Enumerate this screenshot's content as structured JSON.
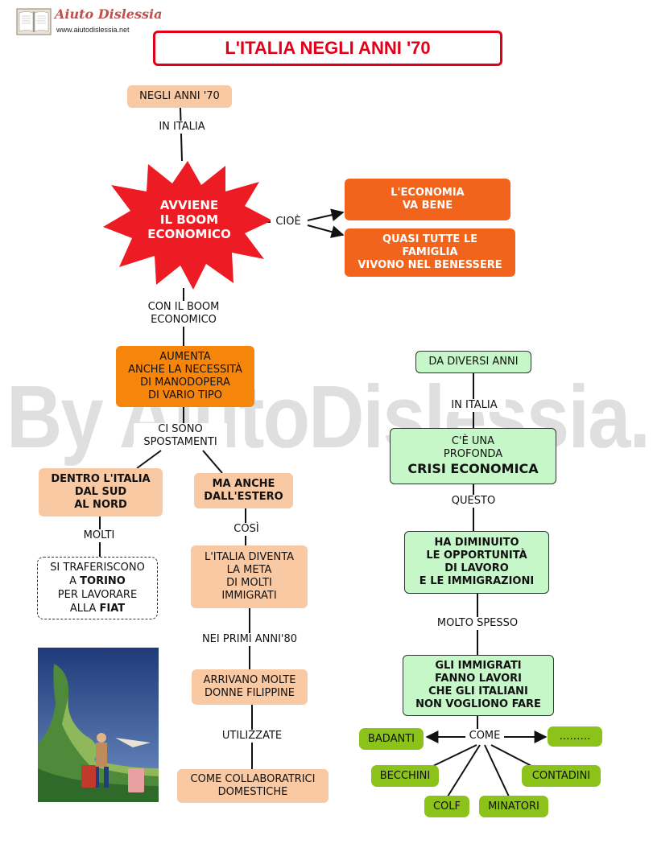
{
  "logo": {
    "name": "Aiuto Dislessia",
    "url": "www.aiutodislessia.net"
  },
  "title": "L'ITALIA NEGLI ANNI '70",
  "watermark": "By AiutoDislessia.net",
  "colors": {
    "title_red": "#e0001a",
    "peach": "#f9c9a3",
    "orange": "#f6860b",
    "red_orange": "#f2631c",
    "green_box": "#c6f7c9",
    "lime": "#8cc31a",
    "burst": "#ed1c24"
  },
  "left": {
    "top_node": "NEGLI ANNI '70",
    "link_in_italia": "IN ITALIA",
    "burst": "AVVIENE\nIL BOOM\nECONOMICO",
    "link_cioe": "CIOÈ",
    "result1": "L'ECONOMIA\nVA BENE",
    "result2": "QUASI TUTTE LE\nFAMIGLIA\nVIVONO NEL BENESSERE",
    "link_con_boom": "CON IL BOOM\nECONOMICO",
    "aumenta": "AUMENTA\nANCHE LA NECESSITÀ\nDI MANODOPERA\nDI VARIO TIPO",
    "link_spostamenti": "CI SONO\nSPOSTAMENTI",
    "dentro": "DENTRO L'ITALIA\nDAL SUD\nAL NORD",
    "ma_anche": "MA ANCHE\nDALL'ESTERO",
    "link_molti": "MOLTI",
    "torino_pre": "SI TRAFERISCONO\nA ",
    "torino_bold": "TORINO",
    "torino_mid": "\nPER LAVORARE\nALLA ",
    "fiat_bold": "FIAT",
    "link_cosi": "COSÌ",
    "meta": "L'ITALIA DIVENTA\nLA META\nDI MOLTI\nIMMIGRATI",
    "link_primi": "NEI PRIMI ANNI'80",
    "filippine": "ARRIVANO MOLTE\nDONNE FILIPPINE",
    "link_utilizzate": "UTILIZZATE",
    "collaboratrici": "COME COLLABORATRICI\nDOMESTICHE"
  },
  "right": {
    "diversi": "DA DIVERSI ANNI",
    "link_in_italia": "IN ITALIA",
    "crisi_small": "C'È UNA\nPROFONDA",
    "crisi_big": "CRISI ECONOMICA",
    "link_questo": "QUESTO",
    "diminuito": "HA DIMINUITO\nLE OPPORTUNITÀ\nDI LAVORO\nE LE IMMIGRAZIONI",
    "link_spesso": "MOLTO SPESSO",
    "immigrati": "GLI IMMIGRATI\nFANNO LAVORI\nCHE GLI ITALIANI\nNON VOGLIONO FARE",
    "link_come": "COME",
    "jobs": [
      "BADANTI",
      "BECCHINI",
      "COLF",
      "MINATORI",
      "CONTADINI",
      "………"
    ]
  }
}
